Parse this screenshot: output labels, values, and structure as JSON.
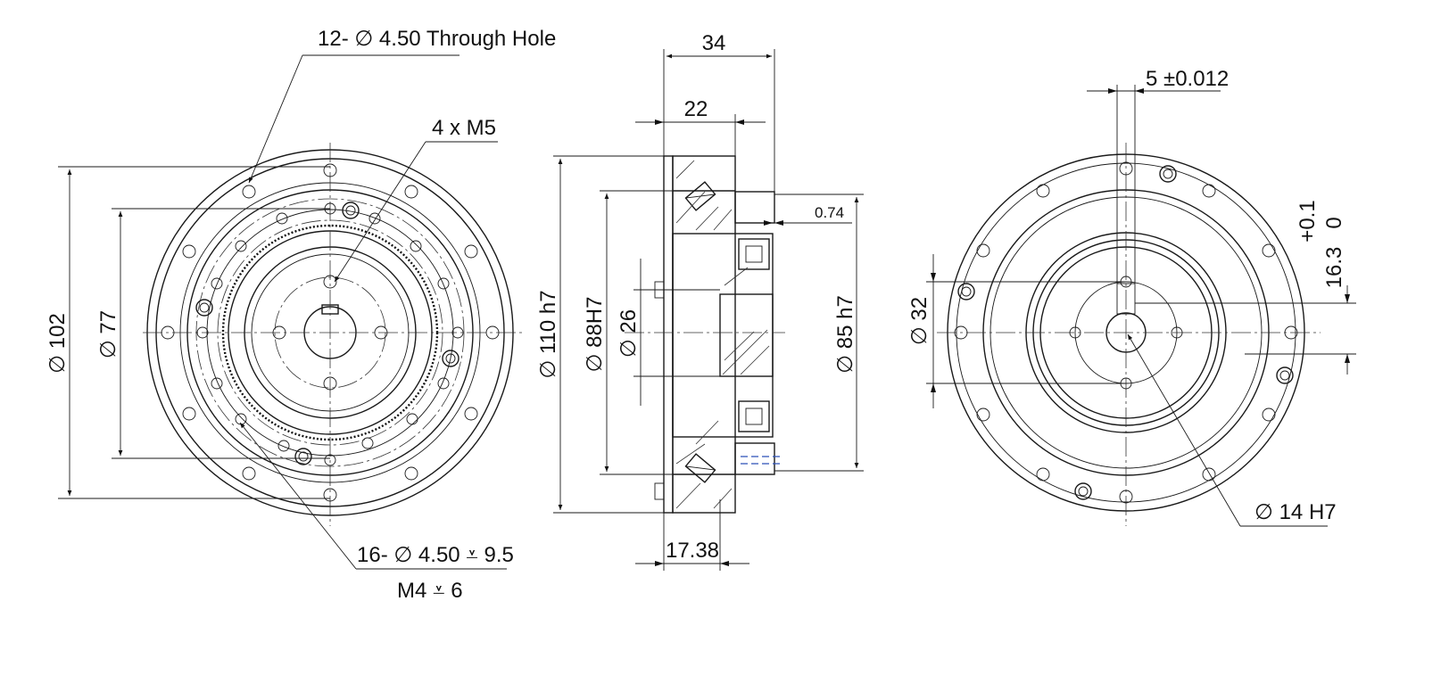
{
  "front_view": {
    "callout_through_hole": "12- ∅ 4.50 Through Hole",
    "callout_thread_top": "4 x  M5",
    "callout_holes_line1": "16- ∅ 4.50 ⩡ 9.5",
    "callout_holes_line2": "M4 ⩡ 6",
    "dim_outer": "∅ 102",
    "dim_inner": "∅ 77"
  },
  "side_view": {
    "dim_width_total": "34",
    "dim_width_body": "22",
    "dim_gap": "0.74",
    "dim_bottom": "17.38",
    "dim_110": "∅ 110 h7",
    "dim_88": "∅ 88H7",
    "dim_26": "∅ 26",
    "dim_85": "∅ 85 h7"
  },
  "rear_view": {
    "dim_keyway": "5 ±0.012",
    "dim_tol_upper": "+0.1",
    "dim_tol_lower": "0",
    "dim_keyheight": "16.3",
    "dim_32": "∅ 32",
    "dim_bore": "∅ 14 H7"
  }
}
